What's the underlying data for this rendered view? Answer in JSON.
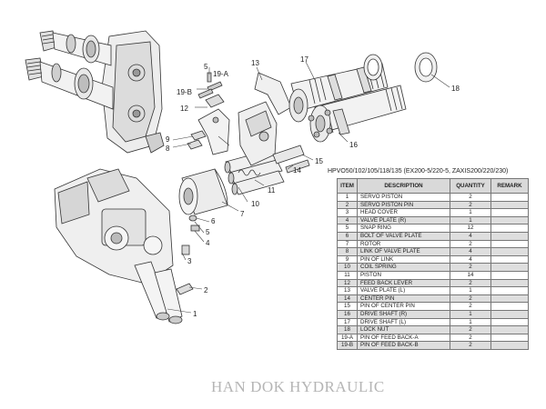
{
  "title": "HPVO50/102/105/118/135 (EX200-5/220-5, ZAXIS200/220/230)",
  "watermark": "HAN DOK HYDRAULIC",
  "table": {
    "headers": [
      "ITEM",
      "DESCRIPTION",
      "QUANTITY",
      "REMARK"
    ],
    "rows": [
      [
        "1",
        "SERVO PISTON",
        "2",
        ""
      ],
      [
        "2",
        "SERVO PISTON PIN",
        "2",
        ""
      ],
      [
        "3",
        "HEAD COVER",
        "1",
        ""
      ],
      [
        "4",
        "VALVE PLATE (R)",
        "1",
        ""
      ],
      [
        "5",
        "SNAP RING",
        "12",
        ""
      ],
      [
        "6",
        "BOLT OF VALVE PLATE",
        "4",
        ""
      ],
      [
        "7",
        "ROTOR",
        "2",
        ""
      ],
      [
        "8",
        "LINK OF VALVE PLATE",
        "4",
        ""
      ],
      [
        "9",
        "PIN OF LINK",
        "4",
        ""
      ],
      [
        "10",
        "COIL SPRING",
        "2",
        ""
      ],
      [
        "11",
        "PISTON",
        "14",
        ""
      ],
      [
        "12",
        "FEED BACK LEVER",
        "2",
        ""
      ],
      [
        "13",
        "VALVE PLATE (L)",
        "1",
        ""
      ],
      [
        "14",
        "CENTER PIN",
        "2",
        ""
      ],
      [
        "15",
        "PIN OF CENTER PIN",
        "2",
        ""
      ],
      [
        "16",
        "DRIVE SHAFT (R)",
        "1",
        ""
      ],
      [
        "17",
        "DRIVE SHAFT (L)",
        "1",
        ""
      ],
      [
        "18",
        "LOCK NUT",
        "2",
        ""
      ],
      [
        "19-A",
        "PIN OF FEED BACK-A",
        "2",
        ""
      ],
      [
        "19-B",
        "PIN OF FEED BACK-B",
        "2",
        ""
      ]
    ]
  },
  "callouts": {
    "c1": "1",
    "c2": "2",
    "c3": "3",
    "c4": "4",
    "c5": "5",
    "c5b": "5",
    "c6": "6",
    "c7": "7",
    "c8": "8",
    "c9": "9",
    "c10": "10",
    "c11": "11",
    "c12": "12",
    "c13": "13",
    "c14": "14",
    "c15": "15",
    "c16": "16",
    "c17": "17",
    "c18": "18",
    "c19a": "19-A",
    "c19b": "19-B"
  }
}
